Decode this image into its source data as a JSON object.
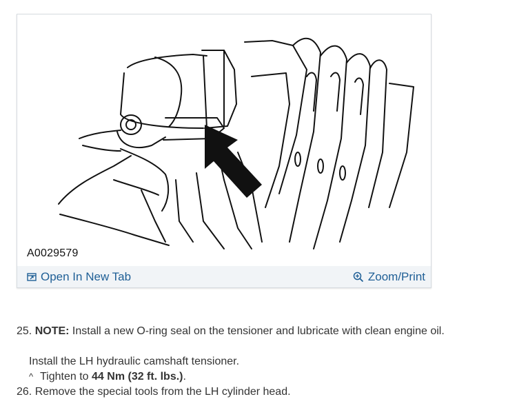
{
  "figure": {
    "id": "A0029579",
    "open_tab_label": "Open In New Tab",
    "zoom_label": "Zoom/Print",
    "open_tab_icon": "external-tab-icon",
    "zoom_icon": "magnifier-plus-icon"
  },
  "steps": [
    {
      "number": "25.",
      "note_label": "NOTE:",
      "note_text": " Install a new O-ring seal on the tensioner and lubricate with clean engine oil.",
      "instruction": "Install the LH hydraulic camshaft tensioner.",
      "substep_marker": "^",
      "substep_text": "Tighten to ",
      "torque": "44 Nm (32 ft. lbs.)",
      "substep_end": "."
    },
    {
      "number": "26.",
      "text": " Remove the special tools from the LH cylinder head."
    }
  ],
  "colors": {
    "link": "#1f5f96",
    "toolbar_bg": "#f1f4f7",
    "border": "#d6dbe0"
  }
}
